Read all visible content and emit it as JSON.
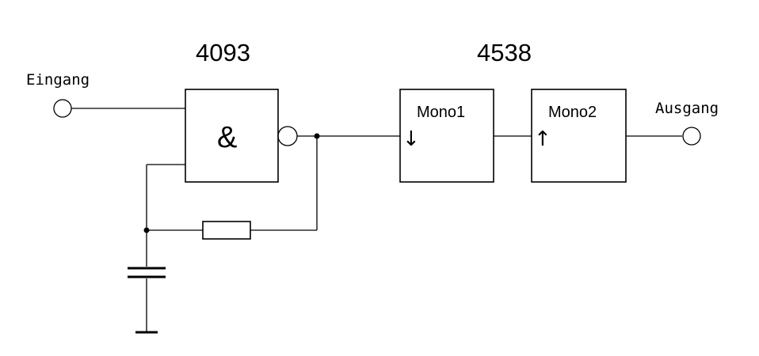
{
  "labels": {
    "ic_left": "4093",
    "ic_right": "4538",
    "input": "Eingang",
    "output": "Ausgang",
    "gate_symbol": "&",
    "mono1": "Mono1",
    "mono2": "Mono2",
    "mono1_trigger": "↓",
    "mono2_trigger": "↑"
  }
}
